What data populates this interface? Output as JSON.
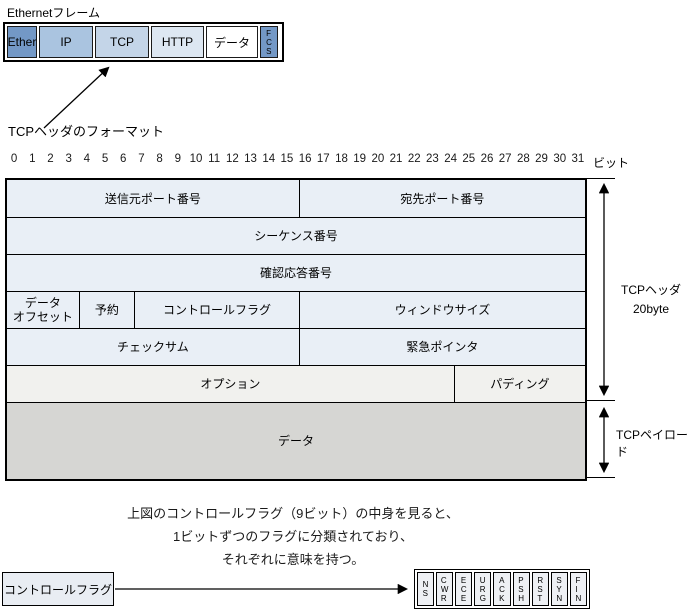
{
  "colors": {
    "table_cell_bg": "#e9eff6",
    "option_row_bg": "#f1f1ee",
    "data_row_bg": "#d6d6d3",
    "frame_dark_blue": "#7398c6",
    "frame_ip_blue": "#aac4e0",
    "frame_tcp_blue": "#c4d5e8",
    "frame_http_blue": "#dde7f2",
    "frame_white": "#ffffff"
  },
  "ethernet": {
    "label": "Ethernetフレーム",
    "boxes": [
      {
        "id": "ether",
        "label": "Ether",
        "color": "#7398c6",
        "width": 30,
        "vertical": false
      },
      {
        "id": "ip",
        "label": "IP",
        "color": "#aac4e0",
        "width": 54,
        "vertical": false
      },
      {
        "id": "tcp",
        "label": "TCP",
        "color": "#c4d5e8",
        "width": 54,
        "vertical": false
      },
      {
        "id": "http",
        "label": "HTTP",
        "color": "#dde7f2",
        "width": 53,
        "vertical": false
      },
      {
        "id": "data",
        "label": "データ",
        "color": "#ffffff",
        "width": 52,
        "vertical": false
      },
      {
        "id": "fcs",
        "label": "FCS",
        "color": "#7398c6",
        "width": 18,
        "vertical": true
      }
    ]
  },
  "pointer_label": "TCPヘッダのフォーマット",
  "bits": {
    "numbers": [
      0,
      1,
      2,
      3,
      4,
      5,
      6,
      7,
      8,
      9,
      10,
      11,
      12,
      13,
      14,
      15,
      16,
      17,
      18,
      19,
      20,
      21,
      22,
      23,
      24,
      25,
      26,
      27,
      28,
      29,
      30,
      31
    ],
    "unit": "ビット"
  },
  "tcp_table": {
    "default_height": 37,
    "rows": [
      {
        "cells": [
          {
            "label": "送信元ポート番号",
            "width": 50.5
          },
          {
            "label": "宛先ポート番号",
            "width": 49.5
          }
        ]
      },
      {
        "cells": [
          {
            "label": "シーケンス番号",
            "width": 100
          }
        ]
      },
      {
        "cells": [
          {
            "label": "確認応答番号",
            "width": 100
          }
        ]
      },
      {
        "cells": [
          {
            "label": "データ\nオフセット",
            "width": 12.4
          },
          {
            "label": "予約",
            "width": 9.6
          },
          {
            "label": "コントロールフラグ",
            "width": 28.5
          },
          {
            "label": "ウィンドウサイズ",
            "width": 49.5
          }
        ]
      },
      {
        "cells": [
          {
            "label": "チェックサム",
            "width": 50.5
          },
          {
            "label": "緊急ポインタ",
            "width": 49.5
          }
        ]
      },
      {
        "cells": [
          {
            "label": "オプション",
            "width": 77.3
          },
          {
            "label": "パディング",
            "width": 22.7
          }
        ],
        "bg": "#f1f1ee"
      },
      {
        "cells": [
          {
            "label": "データ",
            "width": 100
          }
        ],
        "bg": "#d6d6d3",
        "height": 77
      }
    ]
  },
  "annotations": {
    "header_line1": "TCPヘッダ",
    "header_line2": "20byte",
    "payload": "TCPペイロード"
  },
  "description": {
    "lines": [
      "上図のコントロールフラグ（9ビット）の中身を見ると、",
      "1ビットずつのフラグに分類されており、",
      "それぞれに意味を持つ。"
    ]
  },
  "control_flag": {
    "box_label": "コントロールフラグ",
    "flags": [
      "NS",
      "CWR",
      "ECE",
      "URG",
      "ACK",
      "PSH",
      "RST",
      "SYN",
      "FIN"
    ]
  }
}
